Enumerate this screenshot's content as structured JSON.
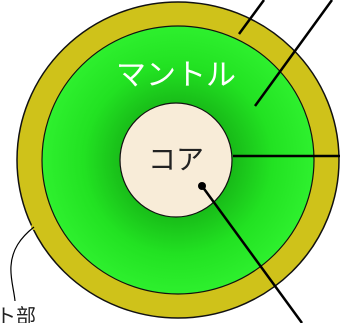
{
  "diagram": {
    "labels": {
      "mantle": "マントル",
      "core": "コア",
      "outer_edge_fragment": "ト部"
    },
    "colors": {
      "crust": "#cfc21a",
      "mantle_outer": "#22e222",
      "mantle_inner": "#0f8a0f",
      "core": "#f8ecd8",
      "line": "#000000"
    }
  }
}
